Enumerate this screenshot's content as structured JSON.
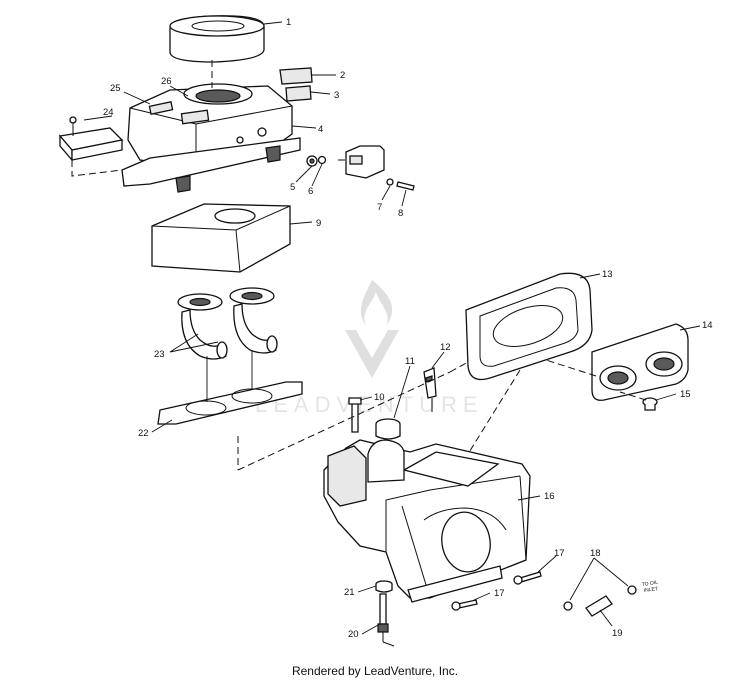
{
  "footer": {
    "text": "Rendered by LeadVenture, Inc."
  },
  "watermark": {
    "text": "LEADVENTURE"
  },
  "oil_inlet_note": {
    "line1": "TO OIL",
    "line2": "INLET"
  },
  "callouts": [
    "1",
    "2",
    "3",
    "4",
    "5",
    "6",
    "7",
    "8",
    "9",
    "10",
    "11",
    "12",
    "13",
    "14",
    "15",
    "16",
    "17",
    "17",
    "18",
    "19",
    "20",
    "21",
    "22",
    "23",
    "24",
    "25",
    "26"
  ]
}
